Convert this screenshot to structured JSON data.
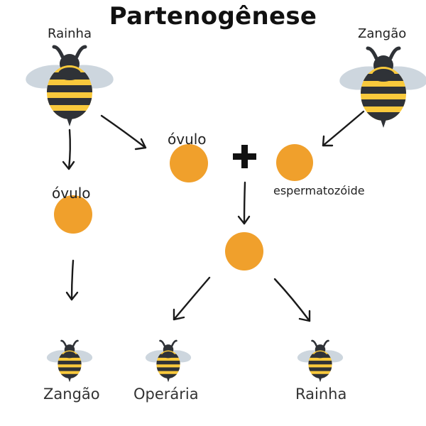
{
  "title": "Partenogênese",
  "labels": {
    "queen_top": "Rainha",
    "drone_top": "Zangão",
    "ovum_center": "óvulo",
    "ovum_left": "óvulo",
    "sperm": "espermatozóide",
    "plus": "+",
    "result_drone": "Zangão",
    "result_worker": "Operária",
    "result_queen": "Rainha"
  },
  "colors": {
    "cell": "#f0a02c",
    "bee_yellow": "#f9c93c",
    "bee_black": "#2f3237",
    "wing": "#cdd6de",
    "arrow": "#1a1a1a"
  }
}
